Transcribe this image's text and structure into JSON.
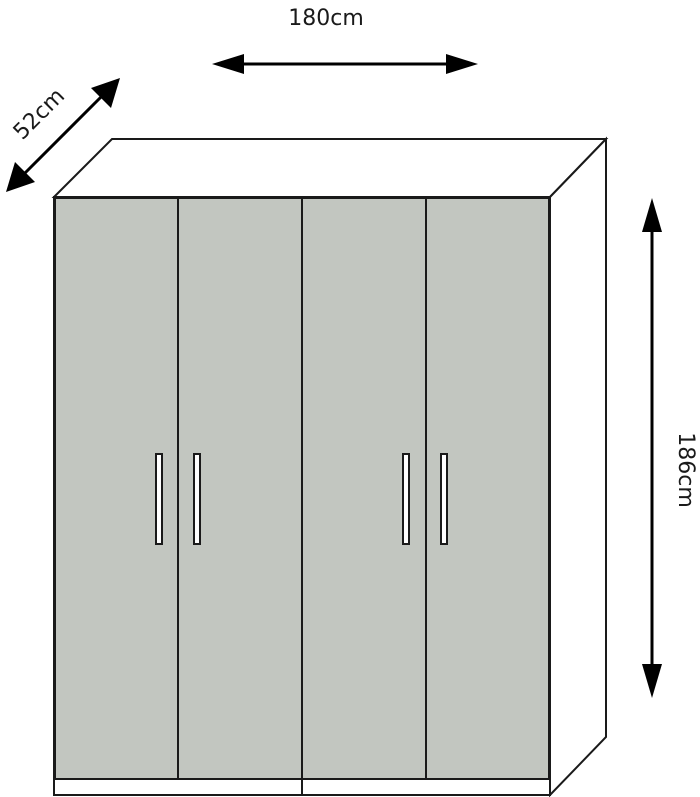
{
  "dimensions": {
    "width_label": "180cm",
    "depth_label": "52cm",
    "height_label": "186cm"
  },
  "wardrobe": {
    "door_count": 4,
    "handle_count": 4
  },
  "colors": {
    "door_fill": "#c2c6c0",
    "outline": "#1a1a1a",
    "arrow": "#000000",
    "body_fill": "#ffffff"
  }
}
